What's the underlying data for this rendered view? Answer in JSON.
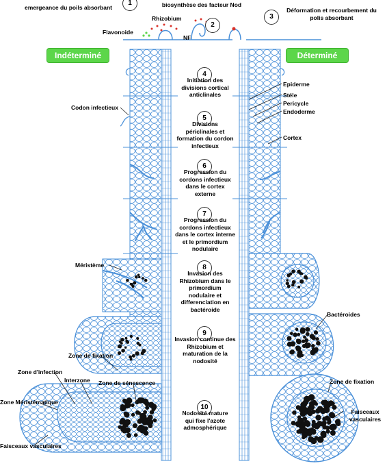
{
  "header": {
    "step1_caption": "emergeance du poils absorbant",
    "step2_caption": "biosynthèse des facteur Nod",
    "step3_caption": "Déformation et recourbement du polis absorbant",
    "rhizobium_label": "Rhizobium",
    "flavonoide_label": "Flavonoide",
    "nf_label": "NF"
  },
  "badges": {
    "left": "Indéterminé",
    "right": "Déterminé"
  },
  "steps": [
    {
      "number": "1",
      "text": ""
    },
    {
      "number": "2",
      "text": ""
    },
    {
      "number": "3",
      "text": ""
    },
    {
      "number": "4",
      "text": "Initiation des divisions cortical anticlinales"
    },
    {
      "number": "5",
      "text": "Divisions périclinales et formation du cordon infectieux"
    },
    {
      "number": "6",
      "text": "Progression du cordons infectieux dans le cortex externe"
    },
    {
      "number": "7",
      "text": "Progression du cordons infectieux dans le cortex interne et le primordium nodulaire"
    },
    {
      "number": "8",
      "text": "Invasion des Rhizobium dans le primordium nodulaire et differenciation en bactéroide"
    },
    {
      "number": "9",
      "text": "Invasion continue des Rhizobium et maturation de la nodosité"
    },
    {
      "number": "10",
      "text": "Nodosité mature qui fixe l'azote admosphérique"
    }
  ],
  "left_labels": {
    "codon": "Codon infectieux",
    "meristeme": "Méristème",
    "zone_fixation": "Zone de fixation",
    "zone_infection": "Zone d'infection",
    "interzone": "Interzone",
    "zone_senescence": "Zone de sénescence",
    "zone_meristematique": "Zone Méristématique",
    "faisceaux": "Faisceaux vasculaires"
  },
  "right_labels": {
    "epiderme": "Epiderme",
    "stele": "Stéle",
    "pericycle": "Pericycle",
    "endoderme": "Endoderme",
    "cortex": "Cortex",
    "bacteroides": "Bactéroides",
    "zone_fixation": "Zone de fixation",
    "faisceaux": "Faisceaux vasculaires"
  },
  "colors": {
    "cell_line": "#4a90d9",
    "cell_fill": "#ffffff",
    "badge_green": "#5cd64a",
    "bacteroid": "#111111",
    "nf_red": "#d9332b"
  }
}
